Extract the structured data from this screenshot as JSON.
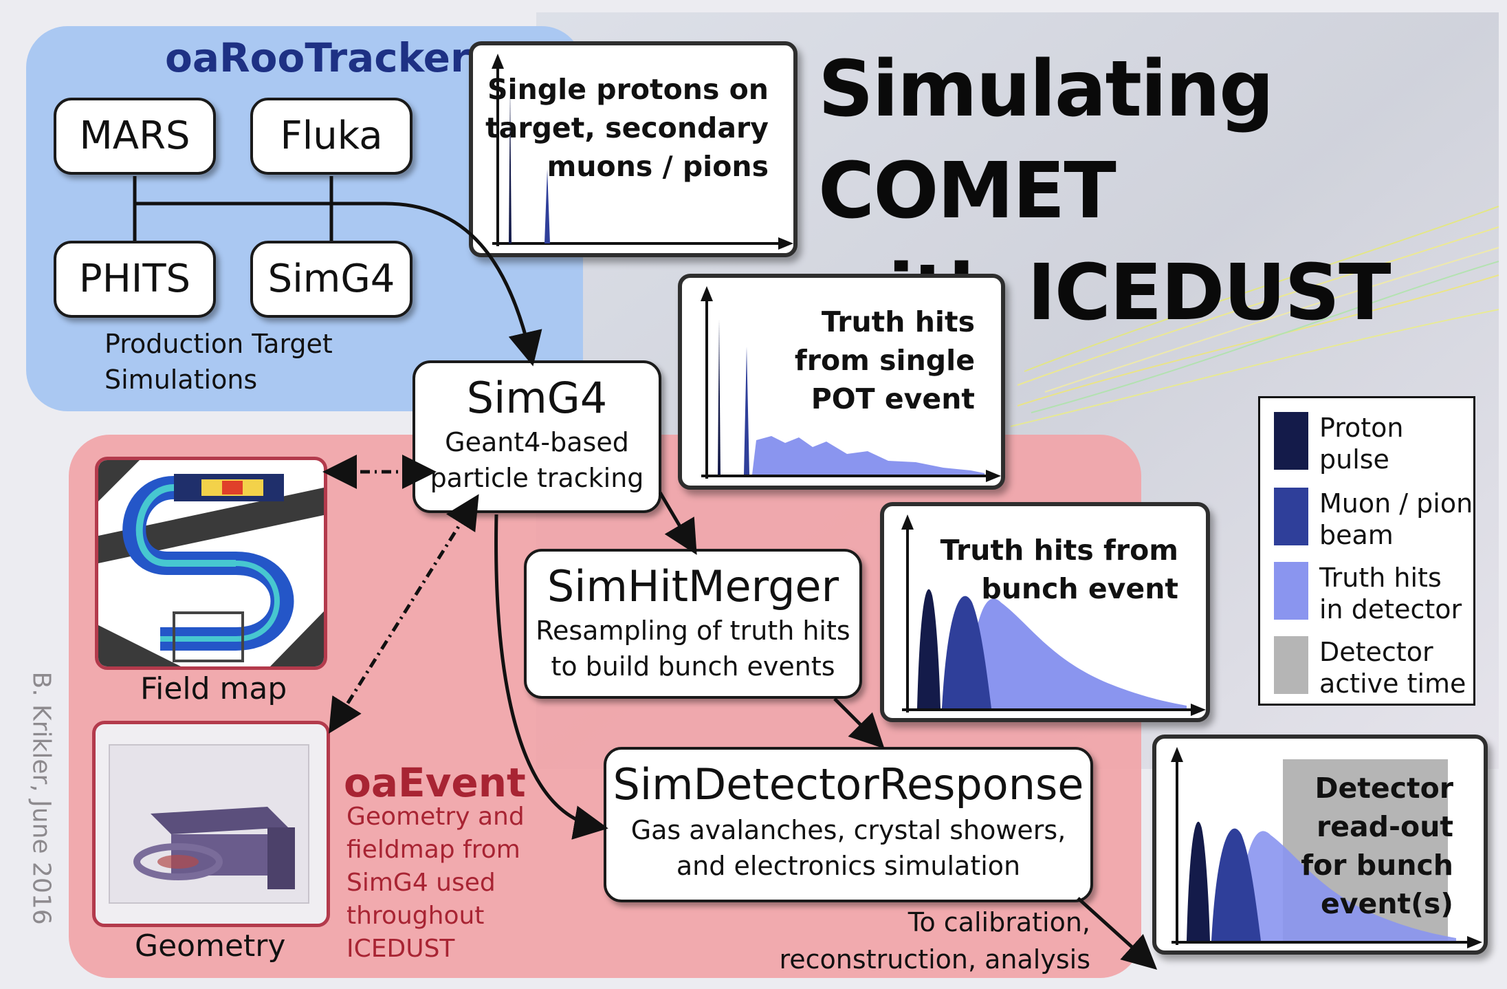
{
  "title_lines": [
    "Simulating COMET",
    "with ICEDUST"
  ],
  "credit": "B. Krikler, June 2016",
  "groups": {
    "oaRooTracker": "oaRooTracker",
    "oaEvent": "oaEvent",
    "oaEvent_desc": [
      "Geometry and",
      "fieldmap from",
      "SimG4 used",
      "throughout",
      "ICEDUST"
    ]
  },
  "production": {
    "boxes": [
      "MARS",
      "Fluka",
      "PHITS",
      "SimG4"
    ],
    "caption": [
      "Production Target",
      "Simulations"
    ]
  },
  "simg4": {
    "name": "SimG4",
    "desc": [
      "Geant4-based",
      "particle tracking"
    ]
  },
  "simhitmerger": {
    "name": "SimHitMerger",
    "desc": [
      "Resampling of truth hits",
      "to build bunch events"
    ]
  },
  "simdetector": {
    "name": "SimDetectorResponse",
    "desc": [
      "Gas avalanches, crystal showers,",
      "and electronics simulation"
    ]
  },
  "output_note": [
    "To calibration,",
    "reconstruction, analysis"
  ],
  "field_map_label": "Field map",
  "geometry_label": "Geometry",
  "panels": [
    {
      "text": [
        "Single protons on",
        "target, secondary",
        "muons / pions"
      ]
    },
    {
      "text": [
        "Truth hits",
        "from single",
        "POT event"
      ]
    },
    {
      "text": [
        "Truth hits from",
        "bunch event"
      ]
    },
    {
      "text": [
        "Detector",
        "read-out",
        "for bunch",
        "event(s)"
      ]
    }
  ],
  "legend": [
    {
      "label": [
        "Proton",
        "pulse"
      ],
      "color": "#141b4a"
    },
    {
      "label": [
        "Muon / pion",
        "beam"
      ],
      "color": "#2f3f9a"
    },
    {
      "label": [
        "Truth hits",
        "in detector"
      ],
      "color": "#8a95ef"
    },
    {
      "label": [
        "Detector",
        "active time"
      ],
      "color": "#b5b5b5"
    }
  ],
  "colors": {
    "blue_region": "#aac8f2",
    "red_region": "#f1a4a8",
    "blue_group_title": "#1e3184",
    "red_group_title": "#a82433",
    "proton": "#141b4a",
    "muon": "#2f3f9a",
    "truth": "#8a95ef",
    "detector": "#b5b5b5"
  }
}
